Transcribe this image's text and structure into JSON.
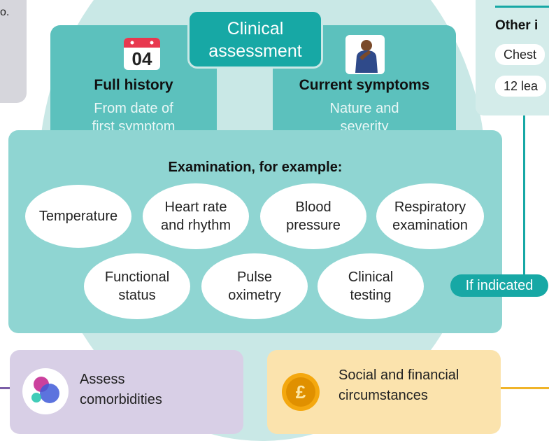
{
  "left_card": {
    "text": "o."
  },
  "right_panel": {
    "title": "Other i",
    "pills": [
      "Chest",
      "12 lea"
    ]
  },
  "clinical_assessment": {
    "line1": "Clinical",
    "line2": "assessment"
  },
  "full_history": {
    "calendar_number": "04",
    "title": "Full history",
    "sub_line1": "From date of",
    "sub_line2": "first symptom"
  },
  "current_symptoms": {
    "title": "Current symptoms",
    "sub_line1": "Nature and",
    "sub_line2": "severity"
  },
  "examination": {
    "title": "Examination, for example:",
    "items": [
      {
        "line1": "Temperature",
        "line2": ""
      },
      {
        "line1": "Heart rate",
        "line2": "and rhythm"
      },
      {
        "line1": "Blood",
        "line2": "pressure"
      },
      {
        "line1": "Respiratory",
        "line2": "examination"
      },
      {
        "line1": "Functional",
        "line2": "status"
      },
      {
        "line1": "Pulse",
        "line2": "oximetry"
      },
      {
        "line1": "Clinical",
        "line2": "testing"
      }
    ]
  },
  "if_indicated": "If indicated",
  "comorbidities": {
    "line1": "Assess",
    "line2": "comorbidities"
  },
  "social": {
    "line1": "Social and financial",
    "line2": "circumstances"
  },
  "colors": {
    "teal_dark": "#17a8a5",
    "teal_mid": "#5cc1bd",
    "teal_light": "#8fd5d2",
    "teal_bg": "#c9e8e6",
    "purple_card": "#d8cfe6",
    "amber_card": "#fbe3ad",
    "amber_line": "#f0b429",
    "purple_line": "#7b5ea7"
  }
}
